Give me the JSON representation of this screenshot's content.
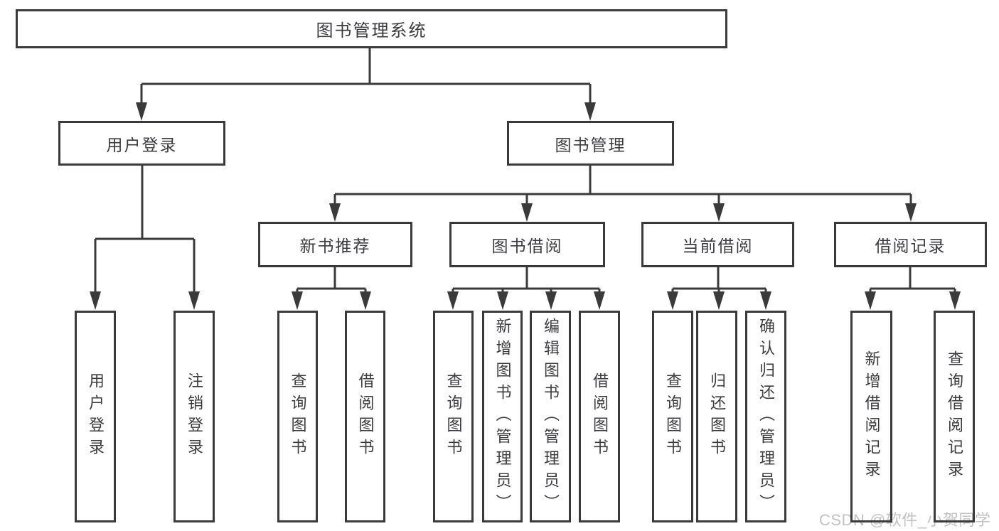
{
  "diagram": {
    "root": {
      "label": "图书管理系统"
    },
    "branches": [
      {
        "label": "用户登录",
        "children": [
          {
            "label": "用户登录"
          },
          {
            "label": "注销登录"
          }
        ]
      },
      {
        "label": "图书管理",
        "children": [
          {
            "label": "新书推荐",
            "children": [
              {
                "label": "查询图书"
              },
              {
                "label": "借阅图书"
              }
            ]
          },
          {
            "label": "图书借阅",
            "children": [
              {
                "label": "查询图书"
              },
              {
                "label": "新增图书（管理员）"
              },
              {
                "label": "编辑图书（管理员）"
              },
              {
                "label": "借阅图书"
              }
            ]
          },
          {
            "label": "当前借阅",
            "children": [
              {
                "label": "查询图书"
              },
              {
                "label": "归还图书"
              },
              {
                "label": "确认归还（管理员）"
              }
            ]
          },
          {
            "label": "借阅记录",
            "children": [
              {
                "label": "新增借阅记录"
              },
              {
                "label": "查询借阅记录"
              }
            ]
          }
        ]
      }
    ]
  },
  "watermark": {
    "text": "CSDN @软件_小贺同学"
  },
  "colors": {
    "line": "#3a3a3a",
    "text": "#3c3c40",
    "background": "#ffffff",
    "watermark": "#c2c2c2"
  }
}
